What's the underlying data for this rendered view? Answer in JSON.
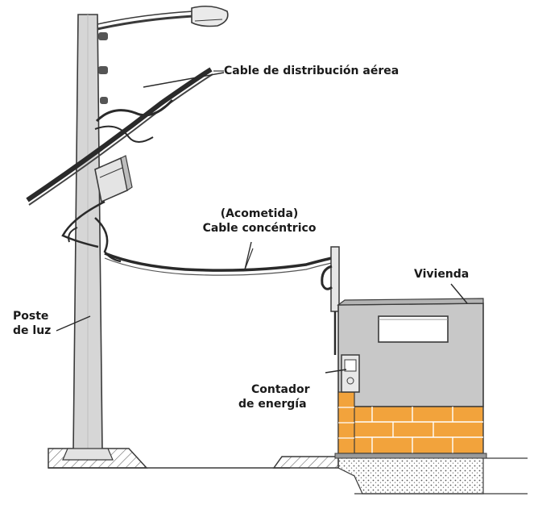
{
  "labels": {
    "aerial_cable": "Cable de distribución aérea",
    "service_line": "(Acometida)",
    "concentric_cable": "Cable concéntrico",
    "house": "Vivienda",
    "pole_line1": "Poste",
    "pole_line2": "de luz",
    "meter_line1": "Contador",
    "meter_line2": "de energía"
  },
  "colors": {
    "stroke": "#3a3a3a",
    "pole_fill": "#d6d6d6",
    "wall_fill": "#c8c8c8",
    "brick_fill": "#f2a33c",
    "ground_hatch": "#6a6a6a"
  }
}
